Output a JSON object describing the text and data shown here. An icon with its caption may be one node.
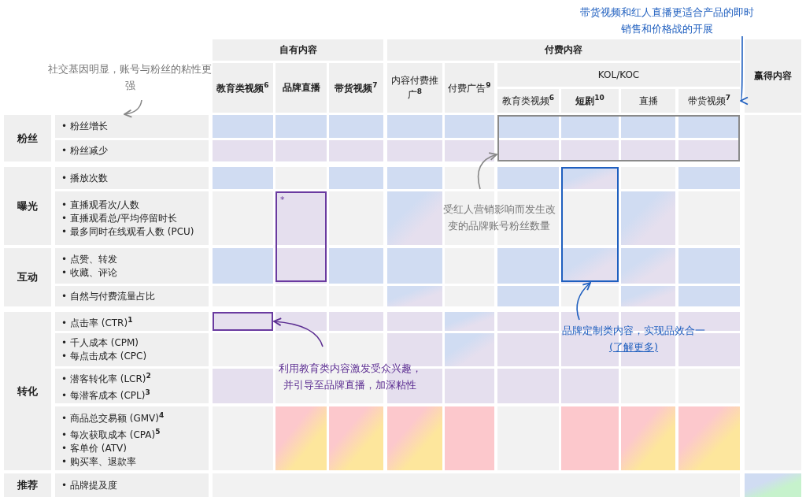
{
  "diagram": {
    "nodes": [
      {
        "text": [
          "带货视频和红人直播更适合产品的即时销售和价格战的开展"
        ]
      },
      {
        "text": [
          "社交基因明显，账号与粉丝的粘性更强"
        ]
      },
      {
        "text": [
          "自有内容"
        ]
      },
      {
        "text": [
          "付费内容"
        ]
      },
      {
        "text": [
          "赢得内容"
        ]
      },
      {
        "text": [
          "教育类视频$^{6}$"
        ]
      },
      {
        "text": [
          "品牌直播"
        ]
      },
      {
        "text": [
          "带货视频$^{7}$"
        ]
      },
      {
        "text": [
          "内容付费推广$^{8}$"
        ]
      },
      {
        "text": [
          "付费广告$^{9}$"
        ]
      },
      {
        "text": [
          "KOL/KOC"
        ]
      },
      {
        "text": [
          "教育类视频$^{6}$"
        ]
      },
      {
        "text": [
          "短剧$^{10}$"
        ]
      },
      {
        "text": [
          "直播"
        ]
      },
      {
        "text": [
          "带货视频$^{7}$"
        ]
      },
      {
        "text": [
          "粉丝"
        ]
      },
      {
        "text": [
          "• 粉丝增长"
        ]
      },
      {
        "text": [
          "• 粉丝减少"
        ]
      },
      {
        "text": [],
        "shape": "box"
      },
      {
        "text": [
          "曝光"
        ]
      },
      {
        "text": [
          "• 播放次数"
        ]
      },
      {
        "text": [],
        "shape": "box"
      },
      {
        "text": [
          "• 直播观看次/人数",
          "• 直播观看总/平均停留时长",
          "• 最多同时在线观看人数 (PCU)"
        ]
      },
      {
        "text": [
          "*"
        ]
      },
      {
        "text": [
          "受红人营销影响而发生改变的品牌账号粉丝数量"
        ]
      },
      {
        "text": [
          "互动"
        ]
      },
      {
        "text": [
          "• 点赞、转发",
          "• 收藏、评论"
        ]
      },
      {
        "text": [
          "• 自然与付费流量占比"
        ]
      },
      {
        "text": [
          "转化"
        ]
      },
      {
        "text": [
          "• 点击率 (CTR)$^{1}$"
        ]
      },
      {
        "text": [],
        "shape": "box"
      },
      {
        "text": [
          "品牌定制类内容，实现品效合一",
          "(了解更多)"
        ]
      },
      {
        "text": [
          "• 千人成本 (CPM)",
          "• 每点击成本 (CPC)"
        ]
      },
      {
        "text": [
          "利用教育类内容激发受众兴趣，并引导至品牌直播，加深粘性"
        ]
      },
      {
        "text": [
          "• 潜客转化率 (LCR)$^{2}$",
          "• 每潜客成本 (CPL)$^{3}$"
        ]
      },
      {
        "text": [
          "• 商品总交易额 (GMV)$^{4}$",
          "• 每次获取成本 (CPA)$^{5}$",
          "• 客单价 (ATV)",
          "• 购买率、退款率"
        ]
      },
      {
        "text": [
          "推荐"
        ]
      },
      {
        "text": [
          "• 品牌提及度"
        ]
      }
    ],
    "edges": [
      {
        "from": 1,
        "to": 16,
        "arrow": "to"
      },
      {
        "from": 0,
        "to": 14,
        "arrow": "to",
        "color": "#1f5fbf"
      },
      {
        "from": 24,
        "to": 18,
        "arrow": "to"
      },
      {
        "from": 31,
        "to": 21,
        "arrow": "to",
        "color": "#1f5fbf"
      },
      {
        "from": 33,
        "to": 30,
        "arrow": "to",
        "color": "#5b2d91"
      }
    ]
  }
}
